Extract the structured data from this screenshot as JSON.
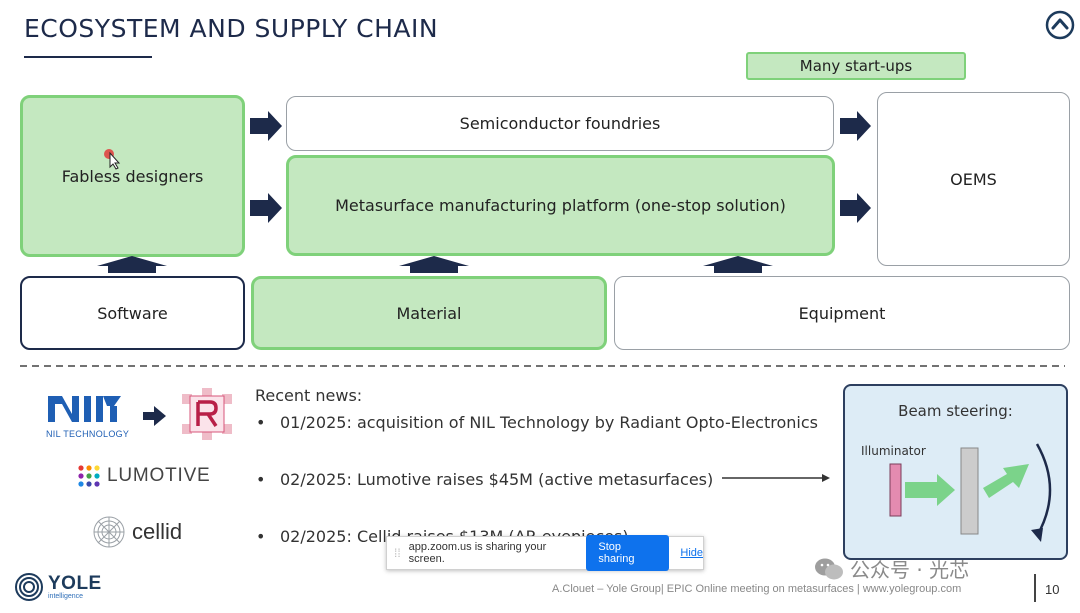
{
  "header": {
    "title": "ECOSYSTEM AND SUPPLY CHAIN"
  },
  "diagram": {
    "badge": "Many start-ups",
    "fabless": "Fabless designers",
    "foundries": "Semiconductor foundries",
    "platform": "Metasurface manufacturing platform (one-stop solution)",
    "oems": "OEMS",
    "software": "Software",
    "material": "Material",
    "equipment": "Equipment"
  },
  "news": {
    "heading": "Recent news:",
    "items": [
      "01/2025: acquisition of NIL Technology by Radiant Opto-Electronics",
      "02/2025: Lumotive raises $45M (active metasurfaces)",
      "02/2025: Cellid raises $13M (AR eyepieces)"
    ]
  },
  "logos": {
    "nil_caption": "NIL TECHNOLOGY",
    "lumotive": "LUMOTIVE",
    "cellid": "cellid",
    "yole": "YOLE",
    "yole_sub": "intelligence"
  },
  "beam": {
    "title": "Beam steering:",
    "illuminator": "Illuminator"
  },
  "zoom": {
    "message": "app.zoom.us is sharing your screen.",
    "stop": "Stop sharing",
    "hide": "Hide"
  },
  "footer": {
    "credit": "A.Clouet – Yole Group| EPIC Online meeting on metasurfaces | www.yolegroup.com",
    "page": "10"
  },
  "watermark": "公众号 · 光芯"
}
